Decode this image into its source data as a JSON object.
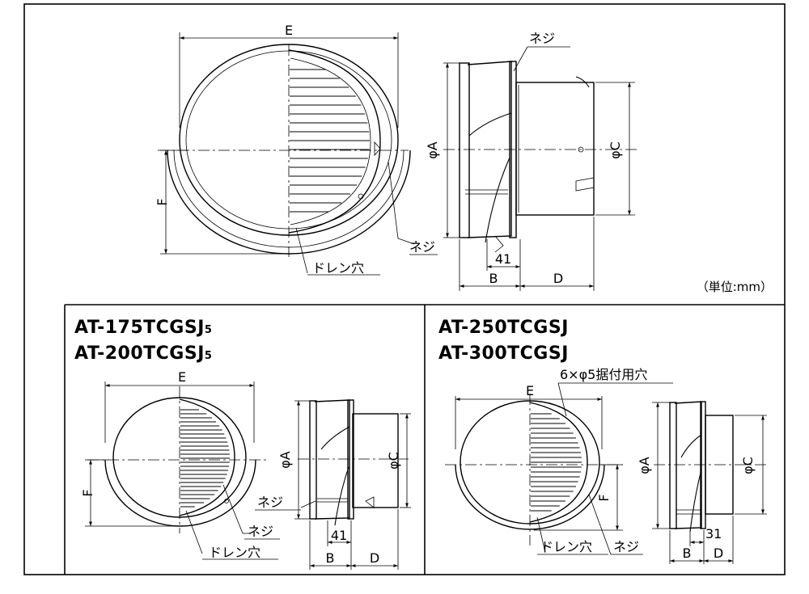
{
  "top": {
    "dims": {
      "E": "E",
      "F": "F",
      "phiA": "φA",
      "phiC": "φC",
      "B": "B",
      "D": "D",
      "d41": "41"
    },
    "labels": {
      "screw_top": "ネジ",
      "screw_bottom": "ネジ",
      "drain": "ドレン穴"
    },
    "unit": "（単位:mm）"
  },
  "left_panel": {
    "models": [
      "AT-175TCGSJ",
      "AT-200TCGSJ"
    ],
    "model_suffix": "5",
    "dims": {
      "E": "E",
      "F": "F",
      "phiA": "φA",
      "phiC": "φC",
      "B": "B",
      "D": "D",
      "d41": "41"
    },
    "labels": {
      "screw_side": "ネジ",
      "screw_front": "ネジ",
      "drain": "ドレン穴"
    }
  },
  "right_panel": {
    "models": [
      "AT-250TCGSJ",
      "AT-300TCGSJ"
    ],
    "dims": {
      "E": "E",
      "F": "F",
      "phiA": "φA",
      "phiC": "φC",
      "B": "B",
      "D": "D",
      "d31": "31"
    },
    "labels": {
      "mount_holes": "6×φ5据付用穴",
      "drain": "ドレン穴",
      "screw": "ネジ"
    }
  }
}
